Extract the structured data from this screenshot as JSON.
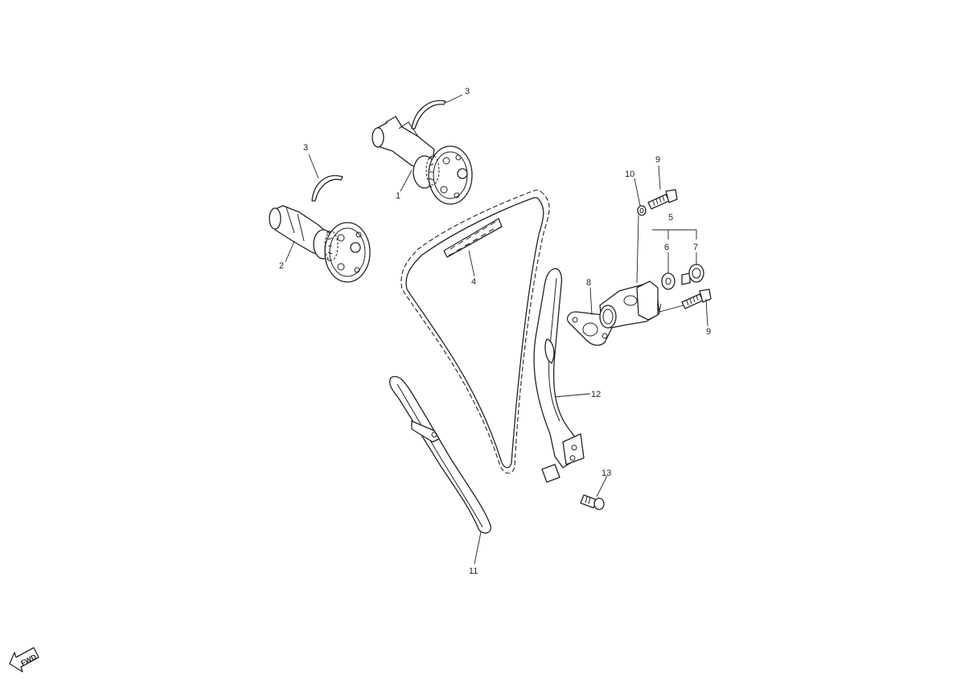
{
  "callouts": {
    "c1": "1",
    "c2": "2",
    "c3a": "3",
    "c3b": "3",
    "c4": "4",
    "c5": "5",
    "c6": "6",
    "c7": "7",
    "c8": "8",
    "c9a": "9",
    "c9b": "9",
    "c10": "10",
    "c11": "11",
    "c12": "12",
    "c13": "13"
  },
  "fwd_label": "FWD",
  "colors": {
    "line": "#222222",
    "background": "#ffffff"
  }
}
